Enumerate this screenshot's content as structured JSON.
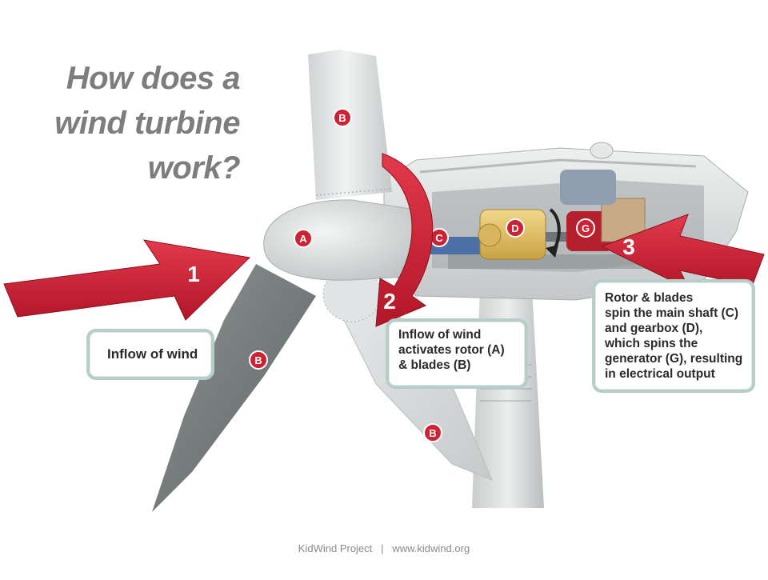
{
  "title_lines": [
    "How does a",
    "wind turbine",
    "work?"
  ],
  "components": {
    "A": "A",
    "B": "B",
    "C": "C",
    "D": "D",
    "G": "G"
  },
  "steps": [
    {
      "number": "1",
      "text_lines": [
        "Inflow of wind"
      ]
    },
    {
      "number": "2",
      "text_lines": [
        "Inflow of wind",
        "activates rotor (A)",
        "& blades (B)"
      ]
    },
    {
      "number": "3",
      "text_lines": [
        "Rotor & blades",
        "spin the main shaft (C)",
        "and gearbox (D),",
        "which spins the",
        "generator (G), resulting",
        "in electrical output"
      ]
    }
  ],
  "footer": {
    "org": "KidWind Project",
    "separator": "|",
    "url": "www.kidwind.org"
  },
  "colors": {
    "arrow_red": "#d7243a",
    "label_red": "#cc2233",
    "turbine_grey": "#d9dcdc",
    "title_grey": "#7d7d7d",
    "callout_border": "#b7cdc9"
  }
}
